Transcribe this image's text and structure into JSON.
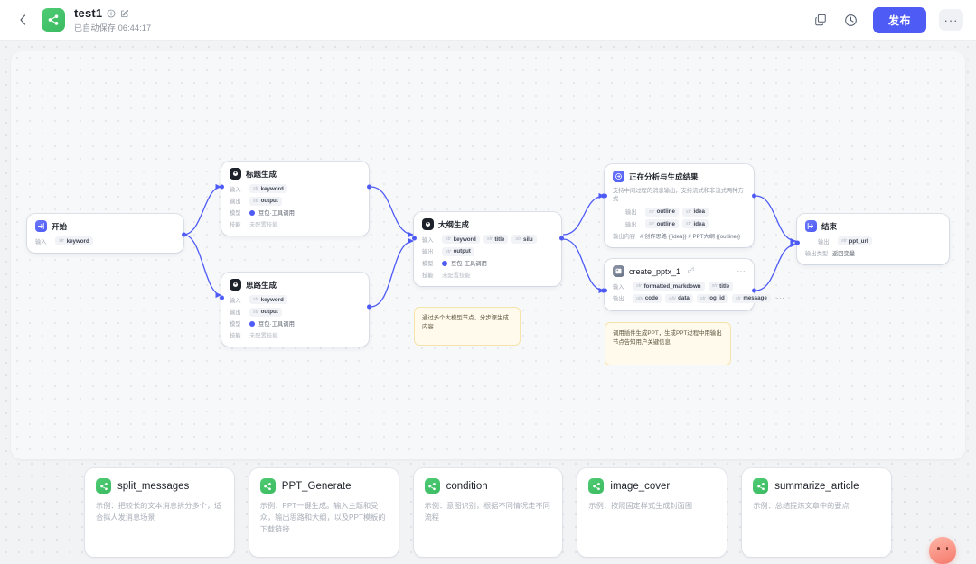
{
  "header": {
    "back_icon": "chevron-left-icon",
    "app_icon": "workflow-green-icon",
    "title": "test1",
    "info_icon": "info-circle-icon",
    "edit_icon": "edit-square-icon",
    "autosave": "已自动保存 06:44:17",
    "copy_icon": "duplicate-icon",
    "history_icon": "clock-history-icon",
    "publish_label": "发布",
    "more_label": "···"
  },
  "nodes": {
    "start": {
      "title": "开始",
      "icon": "start-node-icon",
      "rows": [
        {
          "label": "输入",
          "chips": [
            {
              "type": "str",
              "name": "keyword"
            }
          ]
        }
      ]
    },
    "title_gen": {
      "title": "标题生成",
      "icon": "llm-node-icon",
      "rows": [
        {
          "label": "输入",
          "chips": [
            {
              "type": "str",
              "name": "keyword"
            }
          ]
        },
        {
          "label": "输出",
          "chips": [
            {
              "type": "str",
              "name": "output"
            }
          ]
        }
      ],
      "model_label": "模型",
      "model_value": "豆包·工具调用",
      "skill_label": "技能",
      "skill_value": "未配置技能"
    },
    "idea_gen": {
      "title": "思路生成",
      "icon": "llm-node-icon",
      "rows": [
        {
          "label": "输入",
          "chips": [
            {
              "type": "str",
              "name": "keyword"
            }
          ]
        },
        {
          "label": "输出",
          "chips": [
            {
              "type": "str",
              "name": "output"
            }
          ]
        }
      ],
      "model_label": "模型",
      "model_value": "豆包·工具调用",
      "skill_label": "技能",
      "skill_value": "未配置技能"
    },
    "outline_gen": {
      "title": "大纲生成",
      "icon": "llm-node-icon",
      "rows": [
        {
          "label": "输入",
          "chips": [
            {
              "type": "str",
              "name": "keyword"
            },
            {
              "type": "str",
              "name": "title"
            },
            {
              "type": "str",
              "name": "silu"
            }
          ]
        },
        {
          "label": "输出",
          "chips": [
            {
              "type": "str",
              "name": "output"
            }
          ]
        }
      ],
      "model_label": "模型",
      "model_value": "豆包·工具调用",
      "skill_label": "技能",
      "skill_value": "未配置技能"
    },
    "analyzing": {
      "title": "正在分析与生成结果",
      "icon": "output-node-icon",
      "desc": "支持中间过程的消息输出，支持流式和非流式两种方式",
      "rows": [
        {
          "label": "输出",
          "chips": [
            {
              "type": "str",
              "name": "outline"
            },
            {
              "type": "str",
              "name": "idea"
            }
          ]
        },
        {
          "label": "输出",
          "chips": [
            {
              "type": "str",
              "name": "outline"
            },
            {
              "type": "str",
              "name": "idea"
            }
          ]
        }
      ],
      "content_label": "输出内容",
      "content_value": "# 创作思路 {{idea}} # PPT大纲 {{outline}}"
    },
    "create_pptx": {
      "title": "create_pptx_1",
      "icon": "plugin-node-icon",
      "link_icon": "link-icon",
      "more_label": "···",
      "rows": [
        {
          "label": "输入",
          "chips": [
            {
              "type": "str",
              "name": "formatted_markdown"
            },
            {
              "type": "str",
              "name": "title"
            }
          ]
        },
        {
          "label": "输出",
          "chips": [
            {
              "type": "obj",
              "name": "code"
            },
            {
              "type": "obj",
              "name": "data"
            },
            {
              "type": "str",
              "name": "log_id"
            },
            {
              "type": "str",
              "name": "message"
            }
          ],
          "overflow": "···"
        }
      ]
    },
    "end": {
      "title": "结束",
      "icon": "end-node-icon",
      "rows": [
        {
          "label": "输出",
          "chips": [
            {
              "type": "str",
              "name": "ppt_url"
            }
          ]
        }
      ],
      "out_type_label": "输出类型",
      "out_type_value": "返回变量"
    }
  },
  "notes": [
    {
      "text": "通过多个大模型节点，分步骤生成内容"
    },
    {
      "text": "调用插件生成PPT，生成PPT过程中用输出节点告知用户关键信息"
    }
  ],
  "cards": [
    {
      "icon": "workflow-green-icon",
      "title": "split_messages",
      "desc": "示例：把较长的文本消息拆分多个，适合拟人发消息场景"
    },
    {
      "icon": "workflow-green-icon",
      "title": "PPT_Generate",
      "desc": "示例：PPT一键生成。输入主题和受众，输出思路和大纲，以及PPT模板的下载链接"
    },
    {
      "icon": "workflow-green-icon",
      "title": "condition",
      "desc": "示例：意图识别，根据不同情况走不同流程"
    },
    {
      "icon": "workflow-green-icon",
      "title": "image_cover",
      "desc": "示例：按照固定样式生成封面图"
    },
    {
      "icon": "workflow-green-icon",
      "title": "summarize_article",
      "desc": "示例：总结提炼文章中的要点"
    }
  ],
  "assistant": {
    "icon": "assistant-avatar-icon"
  },
  "colors": {
    "accent": "#4e5bf5",
    "green": "#3cbb63",
    "note_bg": "#fffaeb",
    "note_border": "#f5e3ab",
    "canvas_bg": "#f7f8fa"
  }
}
